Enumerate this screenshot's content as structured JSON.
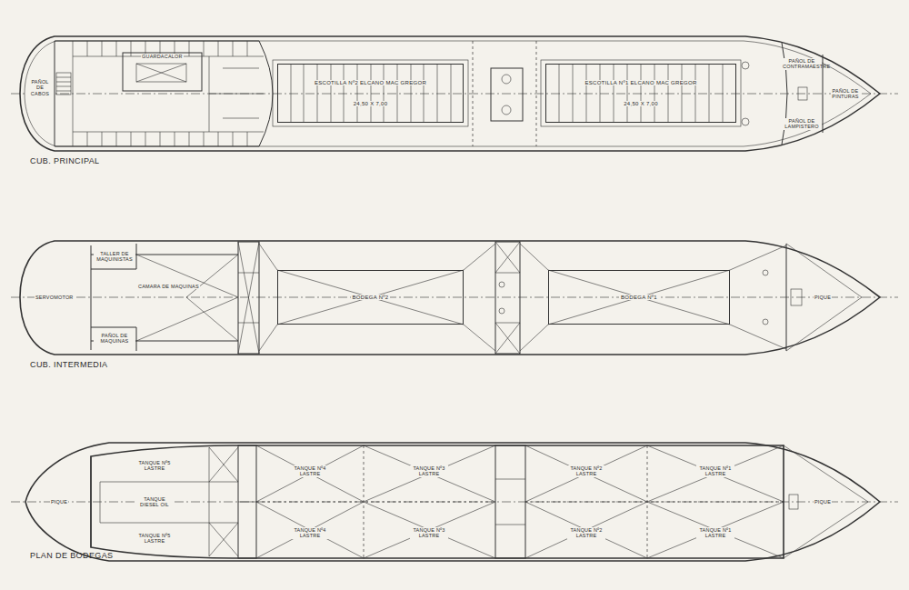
{
  "diagram": {
    "nodes": [
      {
        "text": [
          "ESCOTILLA Nº2 ELCANO MAC GREGOR",
          "24,50 X 7,00"
        ]
      },
      {
        "text": [
          "ESCOTILLA Nº1 ELCANO MAC GREGOR",
          "24,50 X 7,00"
        ]
      },
      {
        "text": [
          "BODEGA Nº2"
        ]
      },
      {
        "text": [
          "BODEGA Nº1"
        ]
      }
    ],
    "labels": [
      "CUB. PRINCIPAL",
      "PAÑOL DE CABOS",
      "GUARDACALOR",
      "PAÑOL DE CONTRAMAESTRE",
      "PAÑOL DE LAMPISTERO",
      "PAÑOL DE PINTURAS",
      "CUB. INTERMEDIA",
      "SERVOMOTOR",
      "TALLER DE MAQUINISTAS",
      "PAÑOL DE MAQUINAS",
      "CAMARA DE MAQUINAS",
      "PIQUE",
      "PLAN DE BODEGAS",
      "PIQUE",
      "TANQUE Nº5 LASTRE",
      "TANQUE DIESEL OIL",
      "TANQUE Nº5 LASTRE",
      "TANQUE Nº4 LASTRE",
      "TANQUE Nº3 LASTRE",
      "TANQUE Nº2 LASTRE",
      "TANQUE Nº1 LASTRE",
      "TANQUE Nº4 LASTRE",
      "TANQUE Nº3 LASTRE",
      "TANQUE Nº2 LASTRE",
      "TANQUE Nº1 LASTRE",
      "PIQUE"
    ]
  }
}
